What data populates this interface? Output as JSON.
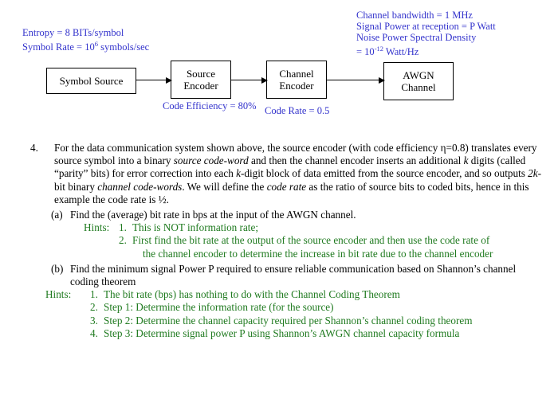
{
  "diagram": {
    "annotations": {
      "source_side": {
        "line1": "Entropy = 8 BITs/symbol",
        "line2_prefix": "Symbol Rate = 10",
        "line2_exp": "6",
        "line2_suffix": " symbols/sec"
      },
      "channel_side": {
        "line1": "Channel bandwidth = 1 MHz",
        "line2": "Signal Power at reception = P Watt",
        "line3": "Noise Power Spectral Density",
        "line4_prefix": "= 10",
        "line4_exp": "-12",
        "line4_suffix": " Watt/Hz"
      },
      "code_efficiency": "Code Efficiency = 80%",
      "code_rate": "Code Rate = 0.5"
    },
    "blocks": [
      {
        "id": "symbol-source",
        "label": "Symbol Source"
      },
      {
        "id": "source-encoder",
        "line1": "Source",
        "line2": "Encoder"
      },
      {
        "id": "channel-encoder",
        "line1": "Channel",
        "line2": "Encoder"
      },
      {
        "id": "awgn-channel",
        "line1": "AWGN",
        "line2": "Channel"
      }
    ],
    "accent_blue": "#3333cc",
    "accent_green": "#1f7a1f"
  },
  "question": {
    "number": "4.",
    "stem_p1": "For the data communication system shown above, the source encoder (with code efficiency η=0.8) translates every source symbol into a binary ",
    "stem_em1": "source code-word",
    "stem_p2": " and then the channel encoder inserts an additional ",
    "stem_em2": "k",
    "stem_p3": " digits (called “parity” bits) for error correction into each ",
    "stem_em3": "k",
    "stem_p4": "-digit block of data emitted from the source encoder, and so outputs ",
    "stem_em4": "2k",
    "stem_p5": "-bit binary ",
    "stem_em5": "channel code-words",
    "stem_p6": ". We will define the ",
    "stem_em6": "code rate",
    "stem_p7": " as the ratio of source bits to coded bits, hence in this example the code rate is ½.",
    "parts": [
      {
        "label": "(a)",
        "text": "Find the (average) bit rate in bps at the input of the AWGN channel.",
        "hints_label": "Hints:",
        "hints": [
          {
            "n": "1.",
            "text": "This is NOT information rate;"
          },
          {
            "n": "2.",
            "text": "First find the bit rate at the output of the source encoder and then use the code rate of",
            "cont": "the channel encoder to determine the increase in bit rate due to the channel encoder"
          }
        ]
      },
      {
        "label": "(b)",
        "text": "Find the minimum signal Power P required to ensure reliable communication based on Shannon’s channel coding theorem",
        "hints_label": "Hints:",
        "hints": [
          {
            "n": "1.",
            "text": "The bit rate (bps) has nothing to do with the Channel Coding Theorem"
          },
          {
            "n": "2.",
            "text": "Step 1: Determine the information rate (for the source)"
          },
          {
            "n": "3.",
            "text": "Step 2: Determine the channel capacity required per Shannon’s channel coding theorem"
          },
          {
            "n": "4.",
            "text": "Step 3: Determine signal power P using Shannon’s AWGN channel capacity formula"
          }
        ]
      }
    ]
  }
}
